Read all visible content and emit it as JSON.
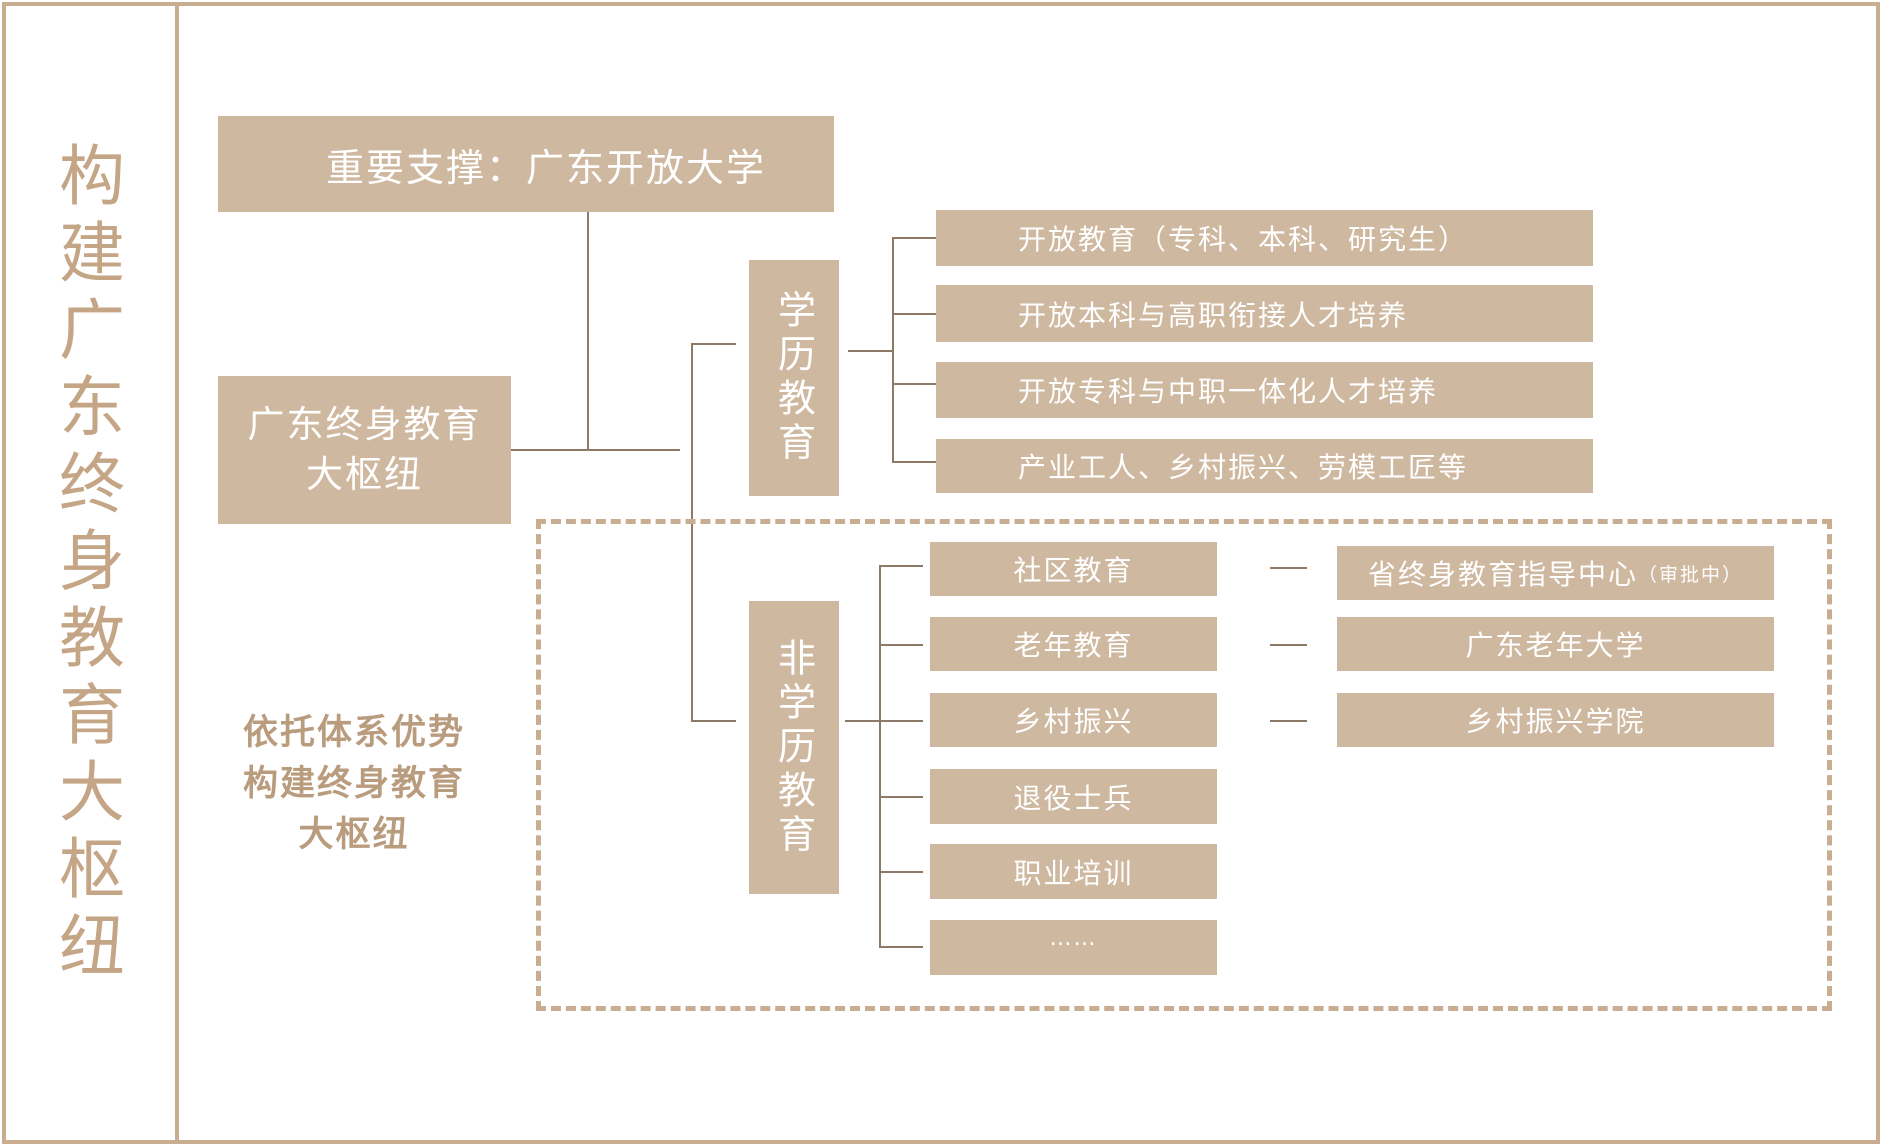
{
  "title": "构建广东终身教育大枢纽",
  "support": "重要支撑：广东开放大学",
  "hub": [
    "广东终身教育",
    "大枢纽"
  ],
  "tagline": [
    "依托体系优势",
    "构建终身教育",
    "大枢纽"
  ],
  "academic": {
    "label": "学历教育",
    "items": [
      "开放教育（专科、本科、研究生）",
      "开放本科与高职衔接人才培养",
      "开放专科与中职一体化人才培养",
      "产业工人、乡村振兴、劳模工匠等"
    ]
  },
  "non_academic": {
    "label": "非学历教育",
    "items": [
      "社区教育",
      "老年教育",
      "乡村振兴",
      "退役士兵",
      "职业培训",
      "……"
    ],
    "institutions": [
      {
        "name": "省终身教育指导中心",
        "note": "（审批中）"
      },
      {
        "name": "广东老年大学"
      },
      {
        "name": "乡村振兴学院"
      }
    ]
  },
  "colors": {
    "box": "#cfb8a0",
    "border": "#c8ad90",
    "title": "#c4a585"
  }
}
